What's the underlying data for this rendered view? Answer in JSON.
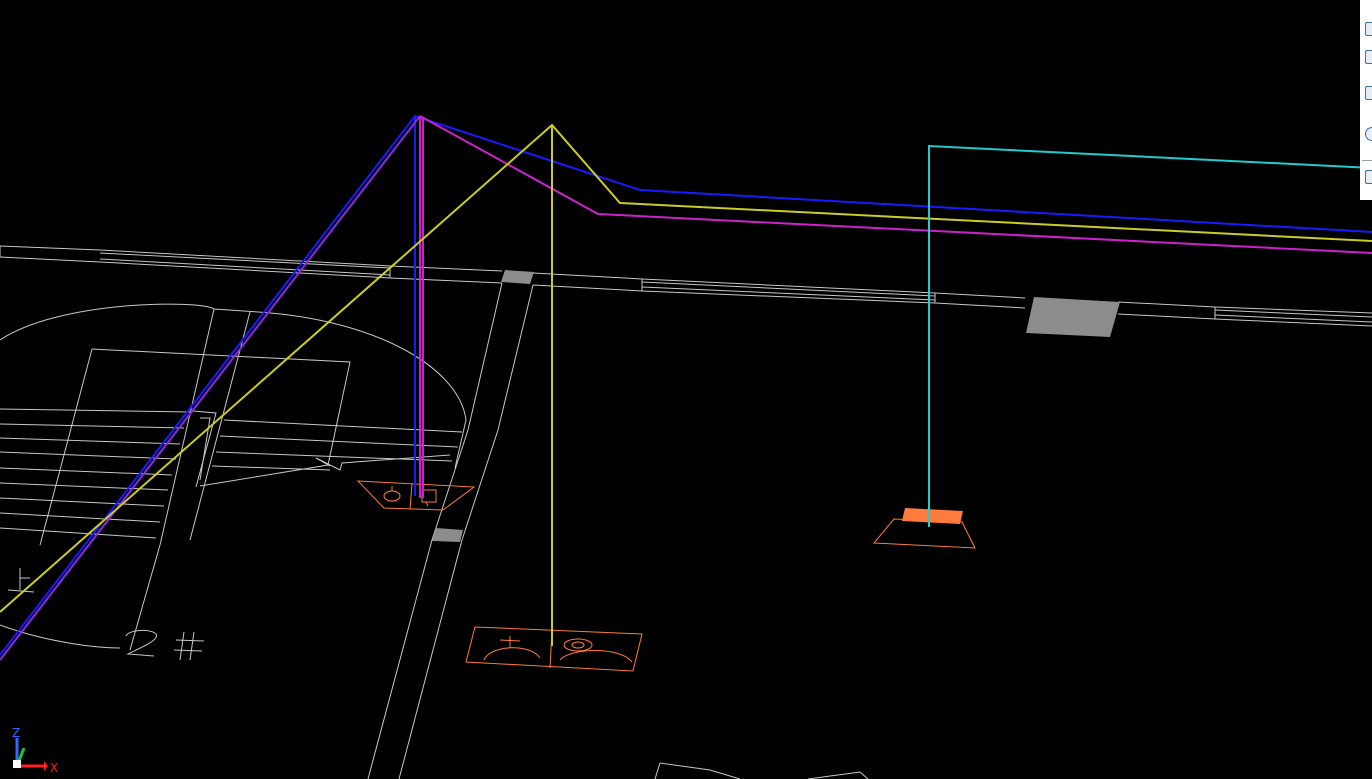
{
  "viewport": {
    "background": "#000000",
    "ucs_icon": {
      "z_label": "Z",
      "x_label": "X",
      "z_color": "#2f6bff",
      "x_color": "#ff2020",
      "y_color": "#22c02a"
    },
    "room_label": "2#",
    "stair_label": "上"
  },
  "colors": {
    "walls": "#c8c8c8",
    "fixtures": "#ff7a3d",
    "column_fill": "#8c8c8c",
    "pipe_blue": "#1a1aff",
    "pipe_magenta": "#cc22cc",
    "pipe_yellow": "#cccc22",
    "pipe_cyan": "#22cccc",
    "pipe_violet": "#8a2be2"
  },
  "toolbar": {
    "tools": [
      {
        "icon": "zoom-extents-icon"
      },
      {
        "icon": "view-cube-icon"
      },
      {
        "icon": "pan-icon"
      },
      {
        "icon": "orbit-icon"
      },
      {
        "icon": "show-motion-icon"
      }
    ]
  }
}
